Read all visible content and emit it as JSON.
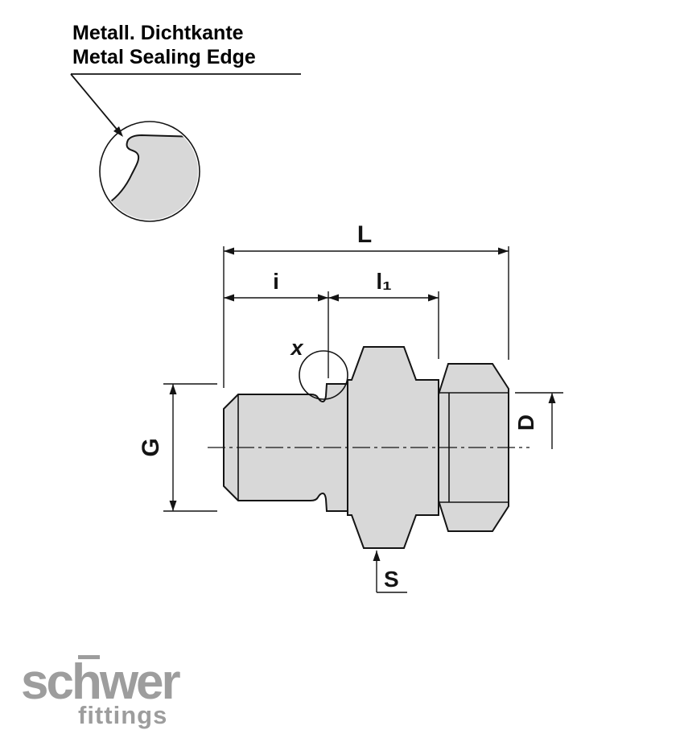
{
  "callout": {
    "title_de": "Metall. Dichtkante",
    "title_en": "Metal Sealing Edge"
  },
  "dimension_labels": {
    "L": "L",
    "i": "i",
    "l1": "l₁",
    "x": "x",
    "G": "G",
    "D": "D",
    "S": "S"
  },
  "logo": {
    "brand": "schwer",
    "tagline": "fittings"
  },
  "colors": {
    "part_fill": "#d8d8d8",
    "line": "#141414",
    "logo_gray": "#9d9d9d",
    "background": "#ffffff"
  }
}
